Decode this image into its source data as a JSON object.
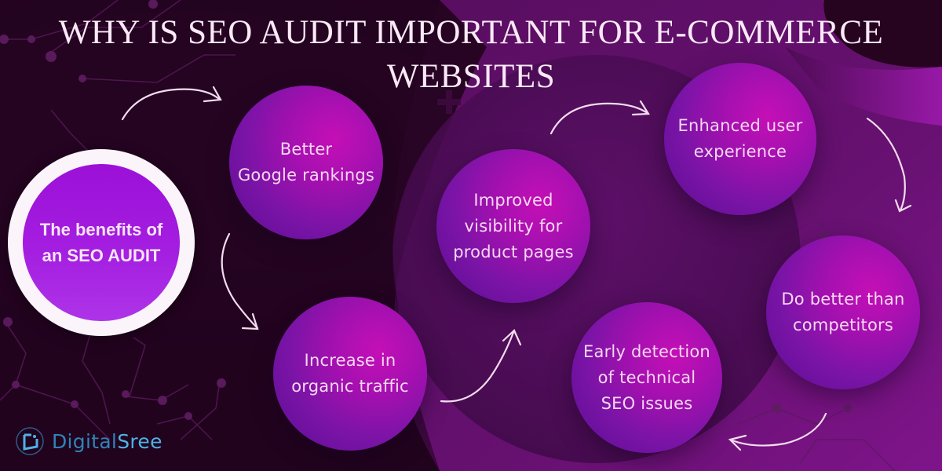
{
  "title": {
    "line1": "WHY IS SEO AUDIT IMPORTANT FOR E-COMMERCE",
    "line2": "WEBSITES"
  },
  "center": {
    "label": "The benefits of\nan SEO AUDIT",
    "ring_color": "#fbf5fb",
    "fill_color": "#a41ee0"
  },
  "benefits": [
    {
      "label": "Better\nGoogle rankings"
    },
    {
      "label": "Increase in\norganic traffic"
    },
    {
      "label": "Improved\nvisibility for\nproduct pages"
    },
    {
      "label": "Enhanced user\nexperience"
    },
    {
      "label": "Do better than\ncompetitors"
    },
    {
      "label": "Early detection\nof technical\nSEO issues"
    }
  ],
  "flow_arrows": [
    "center-to-better-google-rankings",
    "better-google-rankings-to-increase-in-organic-traffic",
    "increase-in-organic-traffic-to-improved-visibility",
    "improved-visibility-to-enhanced-user-experience",
    "enhanced-user-experience-to-do-better-than-competitors",
    "do-better-than-competitors-to-early-detection"
  ],
  "logo": {
    "icon": "digitalsree-logo-icon",
    "text_part1": "Digital",
    "text_part2": "Sree"
  },
  "colors": {
    "background": "#22031e",
    "bubble_pink": "#c40fb6",
    "bubble_purple": "#5a0c93",
    "text": "#f7d8f3",
    "arrow": "#f3dcef"
  }
}
